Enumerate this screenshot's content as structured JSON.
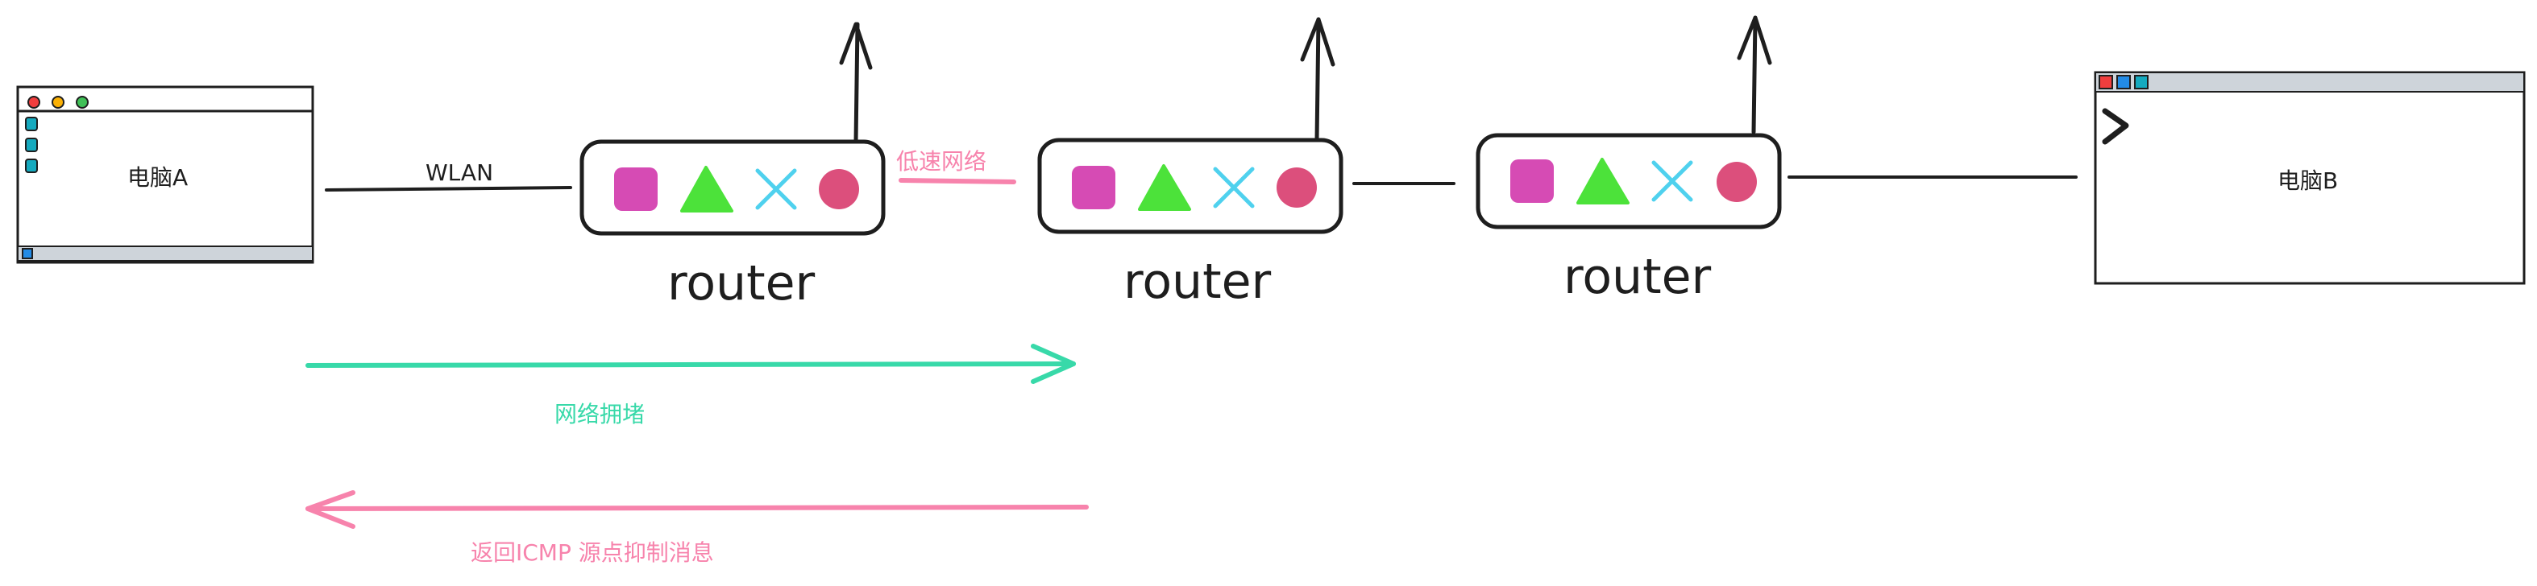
{
  "computers": {
    "a": {
      "title": "电脑A"
    },
    "b": {
      "title": "电脑B"
    }
  },
  "routers": [
    {
      "label": "router"
    },
    {
      "label": "router"
    },
    {
      "label": "router"
    }
  ],
  "links": {
    "wlan": "WLAN",
    "slow_network": "低速网络"
  },
  "messages": {
    "congestion": "网络拥堵",
    "source_quench": "返回ICMP 源点抑制消息"
  },
  "colors": {
    "stroke": "#1e1e1e",
    "congestion_arrow": "#38d9a9",
    "quench_arrow": "#f783ac",
    "slow_link": "#f783ac",
    "router_square": "#d64bb4",
    "router_triangle": "#4ce23a",
    "router_cross": "#4fd1ee",
    "router_circle": "#dc4f7c",
    "window_red": "#f03e3e",
    "window_yellow": "#fab005",
    "window_green": "#40c057",
    "window_teal": "#15aabf",
    "window_blue": "#228be6"
  },
  "icons": [
    "terminal-prompt-icon",
    "window-close-icon",
    "window-minimize-icon",
    "window-maximize-icon"
  ]
}
